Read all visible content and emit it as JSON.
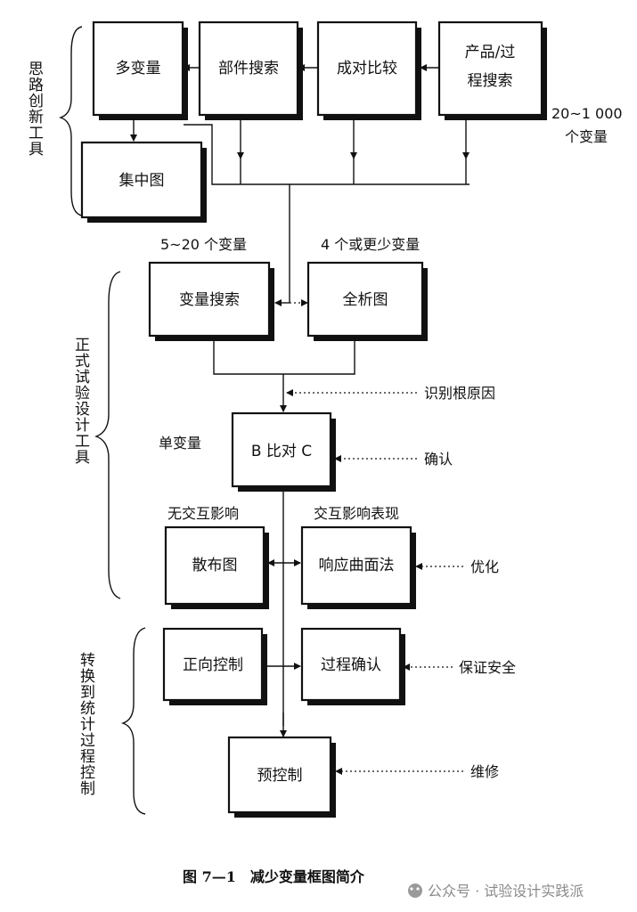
{
  "sections": {
    "ideation": "思路创新工具",
    "formal": "正式试验设计工具",
    "transition": "转换到统计过程控制"
  },
  "boxes": {
    "multi_vari": "多变量",
    "components_search": "部件搜索",
    "paired_comparison": "成对比较",
    "product_process_line1": "产品/过",
    "product_process_line2": "程搜索",
    "concentration_chart": "集中图",
    "variables_search": "变量搜索",
    "full_factorial": "全析图",
    "b_vs_c": "B 比对 C",
    "scatter_plot": "散布图",
    "response_surface": "响应曲面法",
    "positrol": "正向控制",
    "process_certification": "过程确认",
    "precontrol": "预控制"
  },
  "annotations": {
    "variables_20_1000_line1": "20~1 000",
    "variables_20_1000_line2": "个变量",
    "variables_5_20": "5~20 个变量",
    "variables_4_or_fewer": "4 个或更少变量",
    "identify_root_cause": "识别根原因",
    "single_variable": "单变量",
    "confirm": "确认",
    "no_interaction": "无交互影响",
    "interaction_present": "交互影响表现",
    "optimize": "优化",
    "ensure_safety": "保证安全",
    "maintain": "维修"
  },
  "caption": "图 7—1　减少变量框图简介",
  "watermark": "公众号 · 试验设计实践派"
}
